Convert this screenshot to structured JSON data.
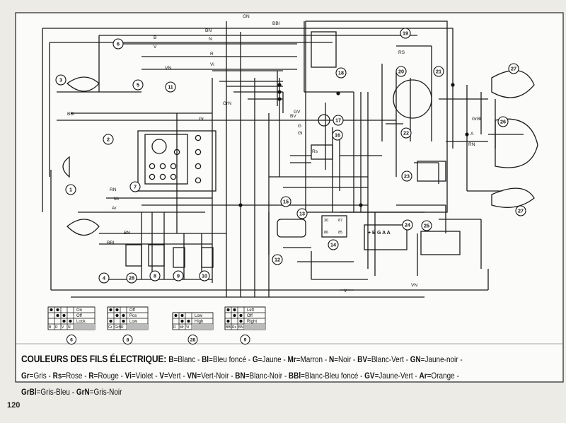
{
  "legend": {
    "title": "COULEURS DES FILS ÉLECTRIQUE",
    "items": [
      {
        "code": "B",
        "name": "Blanc"
      },
      {
        "code": "Bl",
        "name": "Bleu foncé"
      },
      {
        "code": "G",
        "name": "Jaune"
      },
      {
        "code": "Mr",
        "name": "Marron"
      },
      {
        "code": "N",
        "name": "Noir"
      },
      {
        "code": "BV",
        "name": "Blanc-Vert"
      },
      {
        "code": "GN",
        "name": "Jaune-noir"
      },
      {
        "code": "Gr",
        "name": "Gris"
      },
      {
        "code": "Rs",
        "name": "Rose"
      },
      {
        "code": "R",
        "name": "Rouge"
      },
      {
        "code": "Vi",
        "name": "Violet"
      },
      {
        "code": "V",
        "name": "Vert"
      },
      {
        "code": "VN",
        "name": "Vert-Noir"
      },
      {
        "code": "BN",
        "name": "Blanc-Noir"
      },
      {
        "code": "BBl",
        "name": "Blanc-Bleu foncé"
      },
      {
        "code": "GV",
        "name": "Jaune-Vert"
      },
      {
        "code": "Ar",
        "name": "Orange"
      },
      {
        "code": "GrBl",
        "name": "Gris-Bleu"
      },
      {
        "code": "GrN",
        "name": "Gris-Noir"
      }
    ]
  },
  "page_number": "120",
  "components": [
    "1",
    "2",
    "3",
    "4",
    "5",
    "6",
    "7",
    "8",
    "9",
    "10",
    "11",
    "12",
    "13",
    "14",
    "15",
    "16",
    "17",
    "18",
    "19",
    "20",
    "21",
    "22",
    "23",
    "24",
    "25",
    "26",
    "27"
  ],
  "wire_labels": [
    "GN",
    "BN",
    "BBl",
    "N",
    "R",
    "B",
    "V",
    "Vi",
    "VN",
    "Gr",
    "GrN",
    "BBl",
    "Mr",
    "Ar",
    "RN",
    "GV",
    "BV",
    "G",
    "Gi",
    "Rs",
    "RS",
    "BN",
    "BBl",
    "V",
    "VN",
    "GrBl",
    "A",
    "RN"
  ],
  "regulator_label": "+ B G A A",
  "relay_terminals": [
    "30",
    "87",
    "86",
    "85"
  ],
  "switch_tables": [
    {
      "ref": "6",
      "rows": [
        "On",
        "Off",
        "Lock"
      ],
      "cols": [
        "B",
        "R",
        "V",
        "N"
      ]
    },
    {
      "ref": "8",
      "rows": [
        "Off",
        "Pos",
        "Low"
      ],
      "cols": [
        "Gr",
        "GrN",
        "R"
      ]
    },
    {
      "ref": "28",
      "rows": [
        "Low",
        "High"
      ],
      "cols": [
        "R",
        "Mr",
        "Vi"
      ]
    },
    {
      "ref": "9",
      "rows": [
        "Left",
        "Off",
        "Right"
      ],
      "cols": [
        "BBl",
        "Rs",
        "BN"
      ]
    }
  ]
}
